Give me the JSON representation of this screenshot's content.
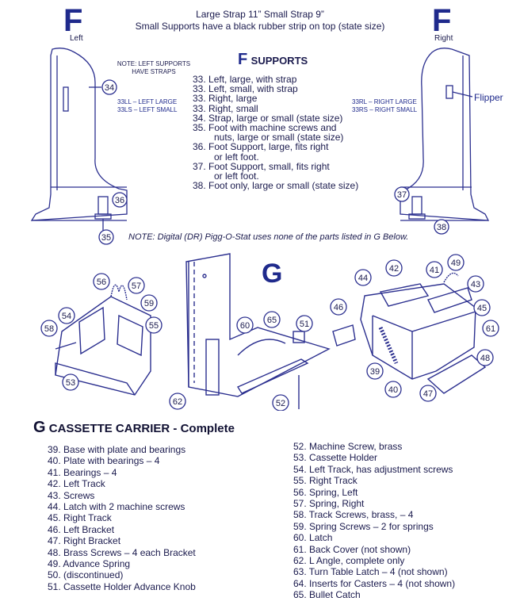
{
  "header": {
    "line1": "Large Strap 11” Small Strap 9”",
    "line2": "Small Supports have a black rubber strip on top (state size)"
  },
  "left_panel": {
    "letter": "F",
    "label": "Left"
  },
  "right_panel": {
    "letter": "F",
    "label": "Right"
  },
  "note_straps": {
    "line1": "NOTE: LEFT SUPPORTS",
    "line2": "HAVE STRAPS"
  },
  "f_section": {
    "letter": "F",
    "title": "SUPPORTS",
    "items": [
      "33. Left, large, with strap",
      "33. Left, small, with strap",
      "33. Right, large",
      "33. Right, small",
      "34. Strap, large or small (state size)",
      "35. Foot with machine screws and",
      "nuts, large or small (state size)",
      "36. Foot Support, large, fits right",
      "or left foot.",
      "37. Foot Support, small, fits right",
      "or left foot.",
      "38. Foot only, large or small (state size)"
    ]
  },
  "codes_left": {
    "line1": "33LL – LEFT LARGE",
    "line2": "33LS – LEFT SMALL"
  },
  "codes_right": {
    "line1": "33RL – RIGHT LARGE",
    "line2": "33RS – RIGHT SMALL"
  },
  "flipper_label": "Flipper",
  "note_digital": "NOTE: Digital (DR) Pigg-O-Stat uses none of the parts listed in G Below.",
  "g_letter": "G",
  "callouts": {
    "c34": "34",
    "c35": "35",
    "c36": "36",
    "c37": "37",
    "c38": "38",
    "c39": "39",
    "c40": "40",
    "c41": "41",
    "c42": "42",
    "c43": "43",
    "c44": "44",
    "c45": "45",
    "c46": "46",
    "c47": "47",
    "c48": "48",
    "c49": "49",
    "c51": "51",
    "c52": "52",
    "c53": "53",
    "c54": "54",
    "c55": "55",
    "c56": "56",
    "c57": "57",
    "c58": "58",
    "c59": "59",
    "c60": "60",
    "c62": "62",
    "c65": "65"
  },
  "g_section": {
    "letter": "G",
    "title": "CASSETTE CARRIER - Complete",
    "col1": [
      "39. Base with plate and bearings",
      "40. Plate with bearings – 4",
      "41. Bearings – 4",
      "42. Left Track",
      "43. Screws",
      "44. Latch with 2 machine screws",
      "45. Right Track",
      "46. Left Bracket",
      "47. Right Bracket",
      "48. Brass Screws – 4 each Bracket",
      "49. Advance Spring",
      "50. (discontinued)",
      "51. Cassette Holder Advance Knob"
    ],
    "col2": [
      "52. Machine Screw, brass",
      "53. Cassette Holder",
      "54. Left Track, has adjustment screws",
      "55. Right Track",
      "56. Spring, Left",
      "57. Spring, Right",
      "58. Track Screws, brass, – 4",
      "59. Spring Screws – 2 for springs",
      "60. Latch",
      "61. Back Cover (not shown)",
      "62. L Angle, complete only",
      "63. Turn Table Latch – 4 (not shown)",
      "64. Inserts for Casters – 4 (not shown)",
      "65. Bullet Catch"
    ]
  },
  "colors": {
    "ink": "#1f2a8c",
    "line": "#2b2f8f",
    "text": "#1a1a4d"
  }
}
